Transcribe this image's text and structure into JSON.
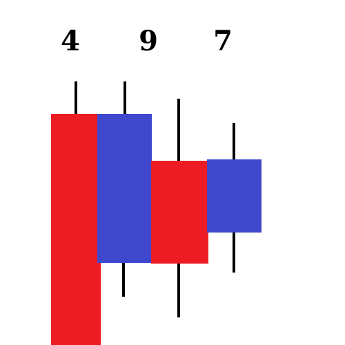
{
  "colors": {
    "red": "#ed1c24",
    "blue": "#3f48cc",
    "wick": "#000000"
  },
  "labels": [
    "4",
    "9",
    "7"
  ],
  "candles": [
    {
      "color": "red"
    },
    {
      "color": "blue"
    },
    {
      "color": "red"
    },
    {
      "color": "blue"
    }
  ]
}
